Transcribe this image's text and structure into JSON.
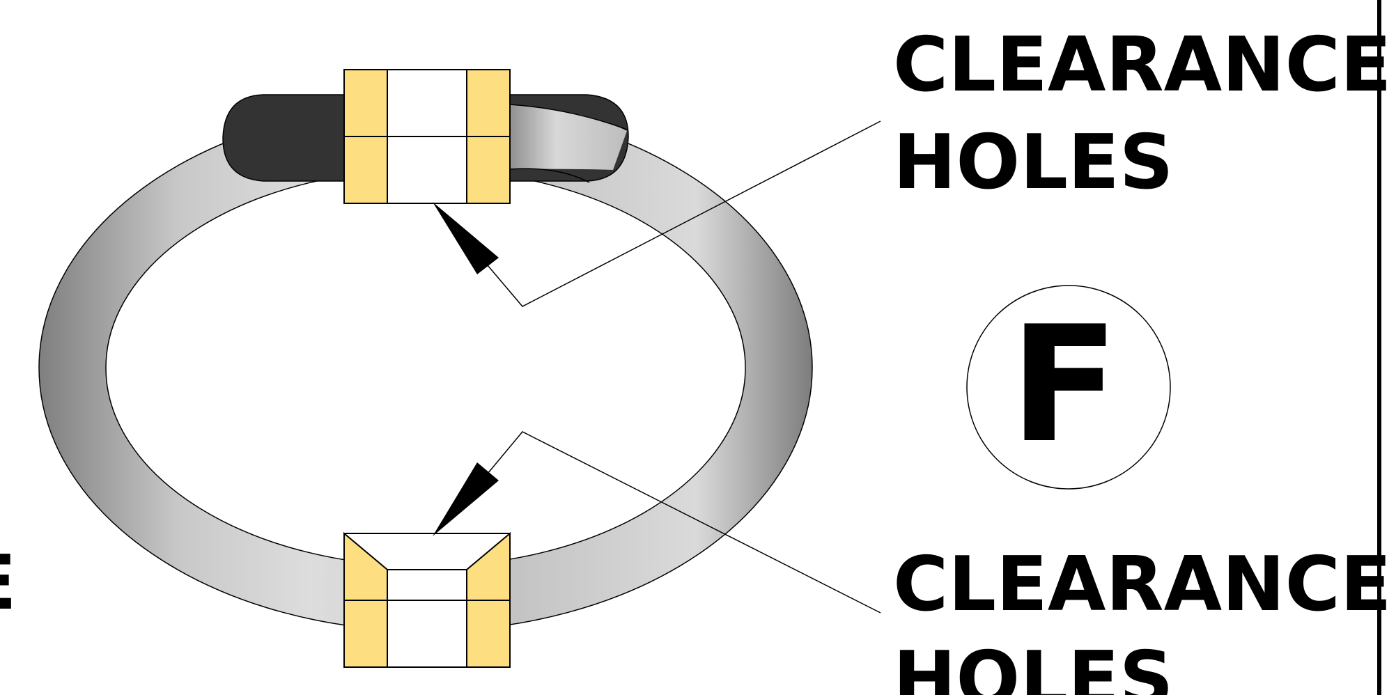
{
  "labels": {
    "top_line1": "CLEARANCE",
    "top_line2": "HOLES",
    "bottom_line1": "CLEARANCE",
    "bottom_line2": "HOLES",
    "left_fragment": "E",
    "circle_letter": "F"
  },
  "colors": {
    "ring_dark": "#8a8a8a",
    "ring_light": "#dcdcdc",
    "strap": "#333333",
    "block": "#fddf82",
    "outline": "#000000"
  }
}
